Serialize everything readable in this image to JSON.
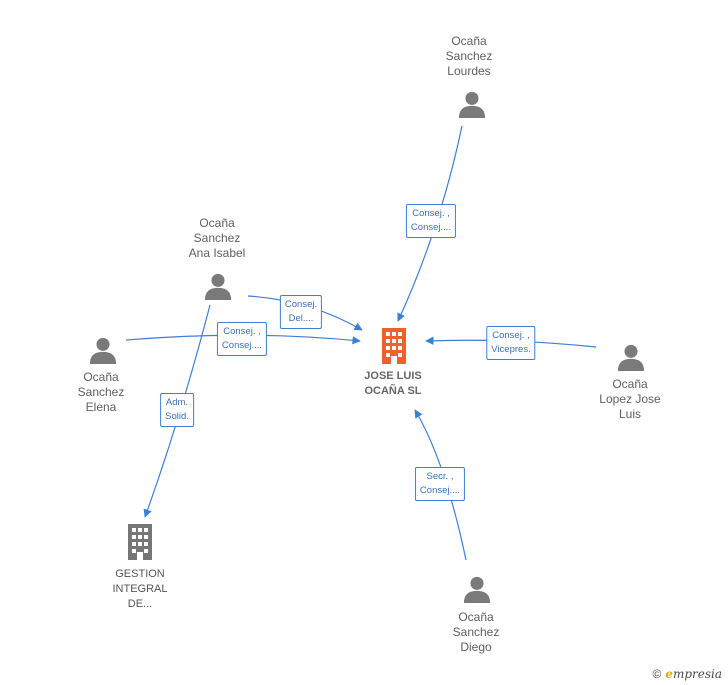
{
  "nodes": {
    "lourdes": {
      "label": "Ocaña\nSanchez\nLourdes",
      "type": "person"
    },
    "ana": {
      "label": "Ocaña\nSanchez\nAna Isabel",
      "type": "person"
    },
    "elena": {
      "label": "Ocaña\nSanchez\nElena",
      "type": "person"
    },
    "lopez": {
      "label": "Ocaña\nLopez Jose\nLuis",
      "type": "person"
    },
    "diego": {
      "label": "Ocaña\nSanchez\nDiego",
      "type": "person"
    },
    "main": {
      "label": "JOSE LUIS\nOCAÑA SL",
      "type": "company",
      "color": "#f0602a"
    },
    "gestion": {
      "label": "GESTION\nINTEGRAL\nDE...",
      "type": "company",
      "color": "#777777"
    }
  },
  "edges": {
    "lourdes_main": "Consej. ,\nConsej....",
    "ana_main": "Consej.\nDel....",
    "elena_main": "Consej. ,\nConsej....",
    "lopez_main": "Consej. ,\nVicepres.",
    "diego_main": "Secr. ,\nConsej....",
    "ana_gestion": "Adm.\nSolid."
  },
  "colors": {
    "edge": "#3d7fd4",
    "person": "#7a7a7a"
  },
  "watermark": {
    "symbol": "©",
    "brand_initial": "e",
    "brand_rest": "mpresia"
  }
}
